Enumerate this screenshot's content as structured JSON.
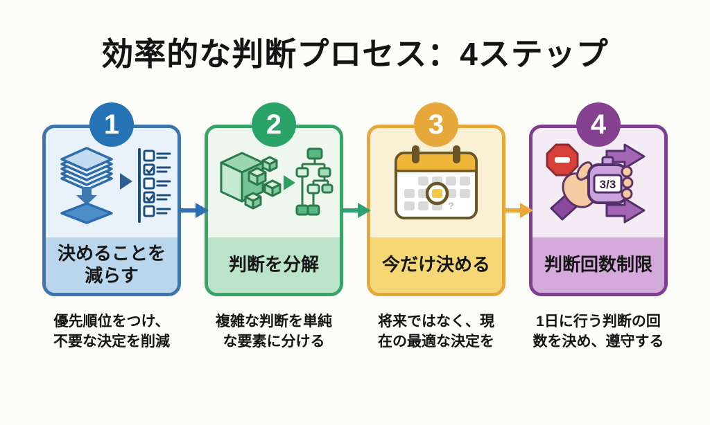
{
  "title": "効率的な判断プロセス：4ステップ",
  "steps": [
    {
      "number": "1",
      "label": "決めることを\n減らす",
      "description": "優先順位をつけ、\n不要な決定を削減",
      "icon": "layers-to-checklist",
      "colors": {
        "accent": "#2573b4",
        "border": "#3d76ad",
        "icon_bg": "#e9f1fa",
        "label_bg": "#b9d6ec"
      }
    },
    {
      "number": "2",
      "label": "判断を分解",
      "description": "複雑な判断を単純\nな要素に分ける",
      "icon": "cube-decomposition",
      "colors": {
        "accent": "#29a368",
        "border": "#38a468",
        "icon_bg": "#edf7ee",
        "label_bg": "#bbe3c9"
      }
    },
    {
      "number": "3",
      "label": "今だけ決める",
      "description": "将来ではなく、現\n在の最適な決定を",
      "icon": "calendar-today",
      "colors": {
        "accent": "#e7a83b",
        "border": "#e7a83b",
        "icon_bg": "#faf0d6",
        "label_bg": "#f5d875"
      }
    },
    {
      "number": "4",
      "label": "判断回数制限",
      "description": "1日に行う判断の回\n数を決め、遵守する",
      "icon": "hand-tally-counter",
      "colors": {
        "accent": "#83418f",
        "border": "#7e3f90",
        "icon_bg": "#f3ecf5",
        "label_bg": "#d3aada"
      }
    }
  ],
  "connectors": [
    {
      "color": "#2e6fb3"
    },
    {
      "color": "#2fa173"
    },
    {
      "color": "#e9a83e"
    }
  ],
  "icon_texts": {
    "counter_display": "3/3",
    "calendar_unknown_day": "?"
  }
}
